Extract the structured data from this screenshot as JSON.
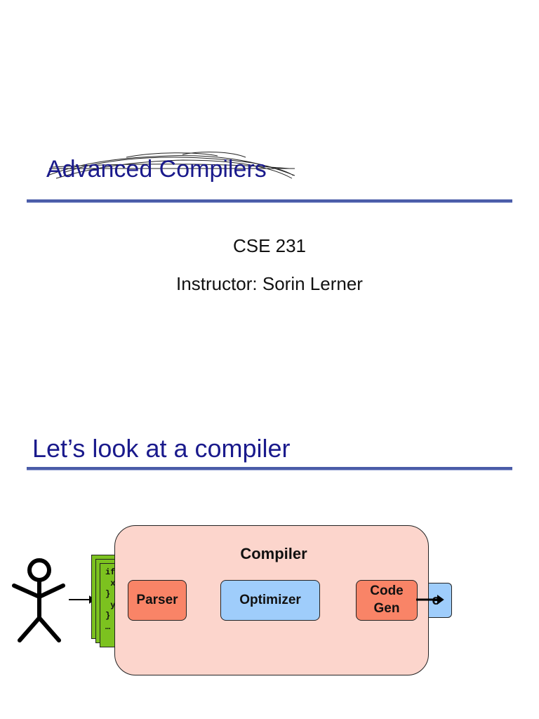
{
  "slide1": {
    "title": "Advanced Compilers",
    "course": "CSE 231",
    "instructor": "Instructor: Sorin Lerner"
  },
  "slide2": {
    "title": "Let’s look at a compiler",
    "diagram": {
      "compiler_label": "Compiler",
      "stages": [
        "Parser",
        "Optimizer",
        "Code Gen"
      ],
      "code_snippet": "if\n x\n}\n y\n}\n…",
      "output_label": "e"
    }
  },
  "colors": {
    "title": "#1a1a8c",
    "rule": "#4a5ca8",
    "compiler_fill": "#fcd5cc",
    "stage_orange": "#f98467",
    "stage_blue": "#9fcdfb",
    "code_green": "#7cc21f"
  }
}
